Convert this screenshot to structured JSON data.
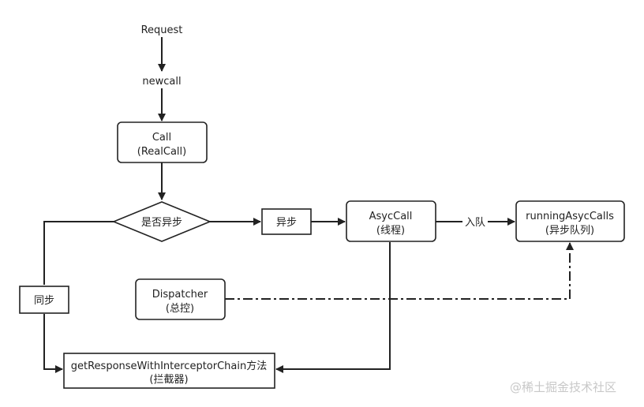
{
  "nodes": {
    "request": "Request",
    "newcall": "newcall",
    "call": {
      "line1": "Call",
      "line2": "(RealCall)"
    },
    "decision": "是否异步",
    "async_label": "异步",
    "asyc_call": {
      "line1": "AsycCall",
      "line2": "(线程)"
    },
    "running_calls": {
      "line1": "runningAsycCalls",
      "line2": "(异步队列)"
    },
    "sync_label": "同步",
    "dispatcher": {
      "line1": "Dispatcher",
      "line2": "(总控)"
    },
    "get_response": {
      "line1": "getResponseWithInterceptorChain方法",
      "line2": "(拦截器)"
    }
  },
  "edges": {
    "enqueue_label": "入队"
  },
  "watermark": "@稀土掘金技术社区"
}
